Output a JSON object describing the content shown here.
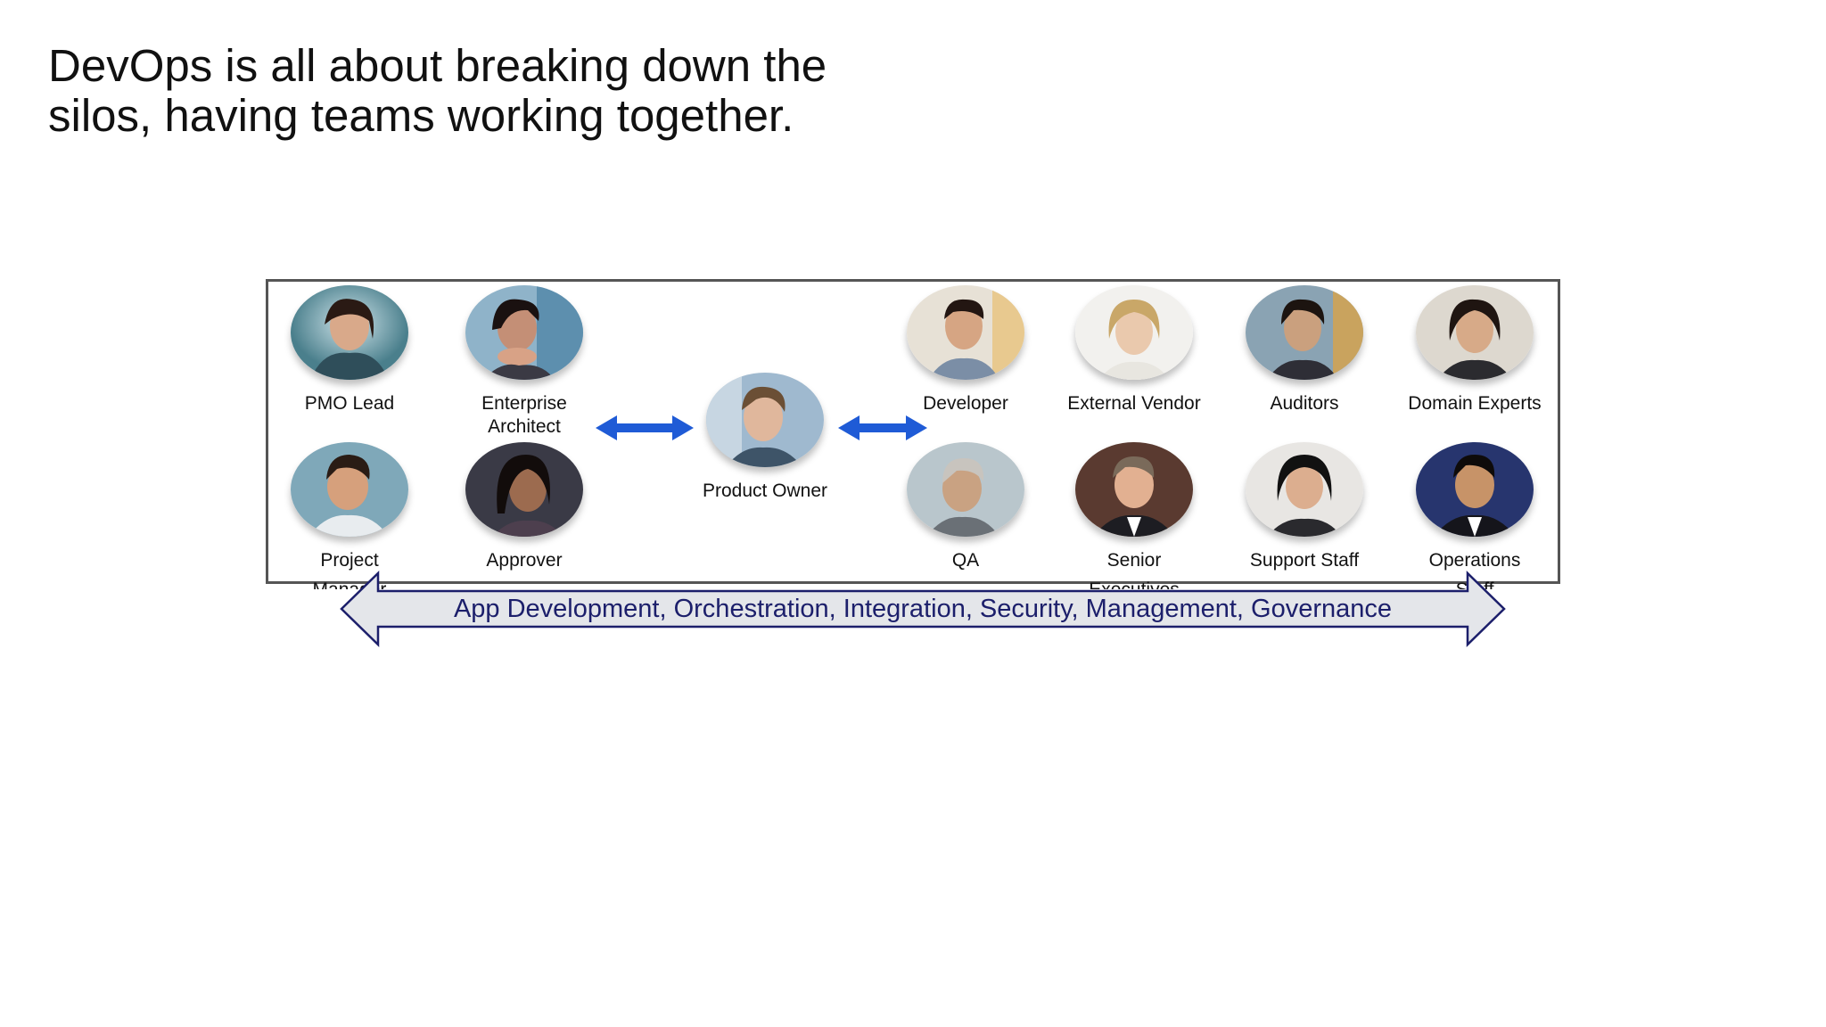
{
  "slide": {
    "title_line1": "DevOps is all about breaking down the",
    "title_line2": "silos, having teams working together."
  },
  "roles": {
    "pmo_lead": "PMO Lead",
    "enterprise_architect_1": "Enterprise",
    "enterprise_architect_2": "Architect",
    "project_manager_1": "Project",
    "project_manager_2": "Manager",
    "approver": "Approver",
    "product_owner": "Product Owner",
    "developer": "Developer",
    "external_vendor": "External Vendor",
    "auditors": "Auditors",
    "domain_experts": "Domain Experts",
    "qa": "QA",
    "senior_executives_1": "Senior",
    "senior_executives_2": "Executives",
    "support_staff": "Support Staff",
    "operations_staff_1": "Operations",
    "operations_staff_2": "Staff"
  },
  "banner": {
    "text": "App Development, Orchestration, Integration, Security, Management, Governance"
  },
  "colors": {
    "arrow_blue": "#1f5bd6",
    "banner_fill": "#e4e6ea",
    "banner_stroke": "#1c1f6b",
    "frame": "#555555"
  },
  "icons": [
    "person-photo-icon",
    "double-arrow-icon",
    "banner-double-arrow-icon"
  ]
}
